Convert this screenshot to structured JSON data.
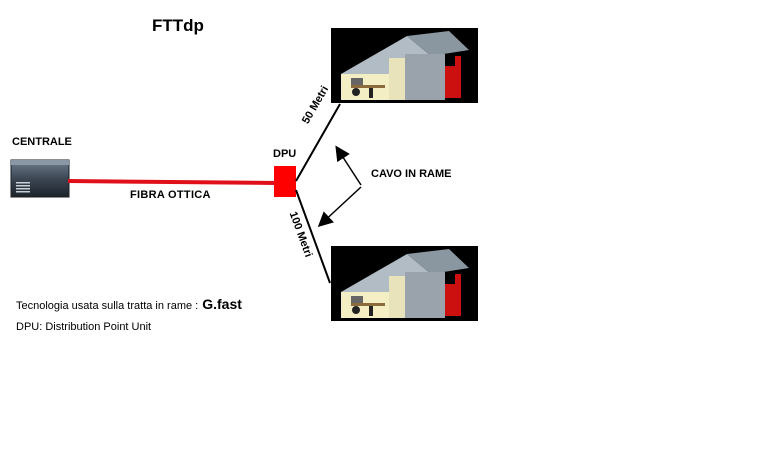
{
  "title": "FTTdp",
  "centrale": {
    "label": "CENTRALE"
  },
  "dpu": {
    "label": "DPU"
  },
  "fiber": {
    "label": "FIBRA  OTTICA"
  },
  "copper": {
    "label": "CAVO IN RAME",
    "top_length": "50 Metri",
    "bottom_length": "100 Metri"
  },
  "notes": {
    "technology_prefix": "Tecnologia  usata sulla tratta in rame :",
    "technology_value": "G.fast",
    "dpu_definition": "DPU: Distribution Point Unit"
  },
  "colors": {
    "fiber": "#e0101a",
    "dpu_box": "#ff0000",
    "house_background": "#000000",
    "roof": "#a9b4bc",
    "interior_wall": "#f3eec4"
  }
}
